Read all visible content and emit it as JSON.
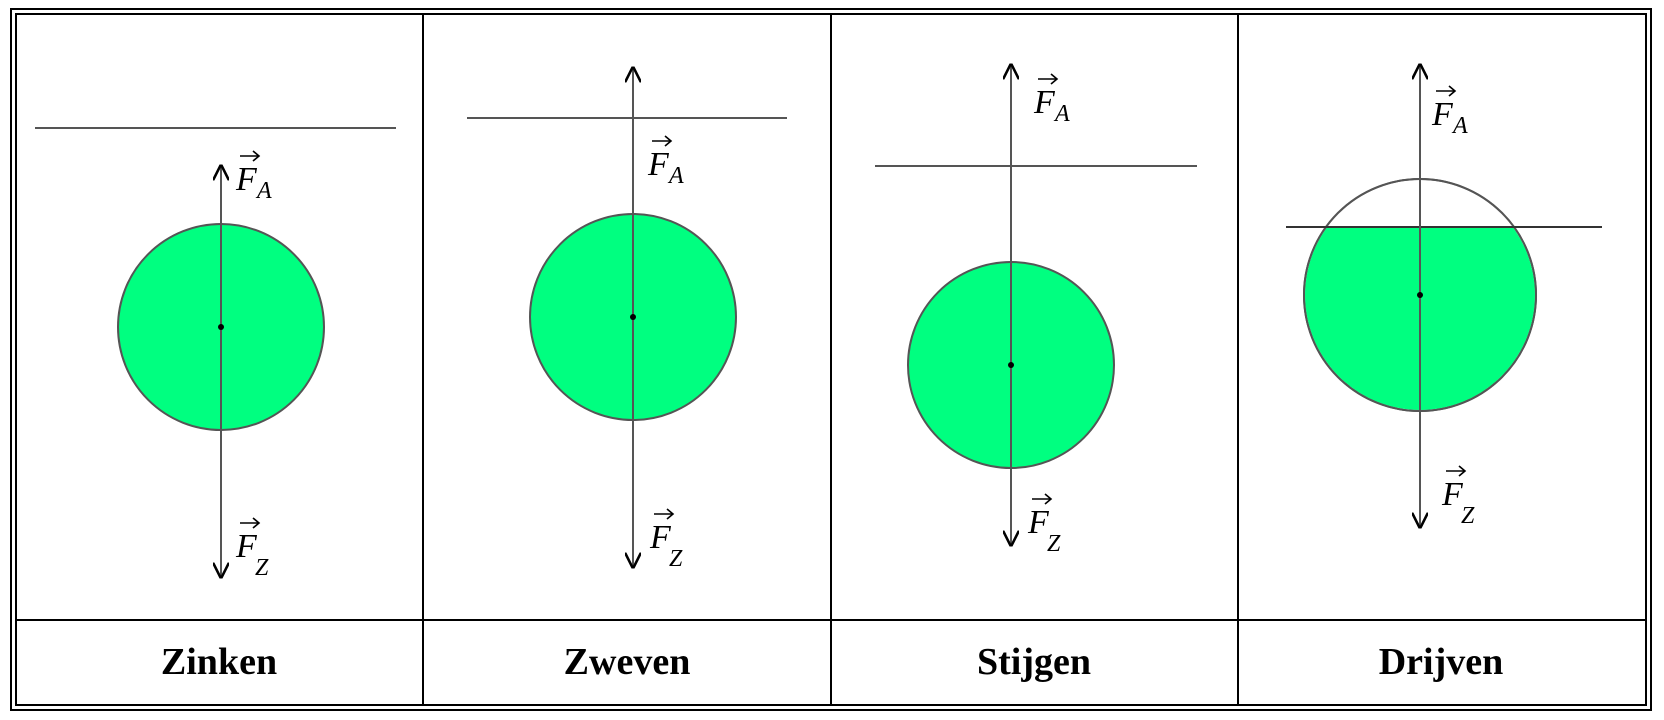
{
  "panels": [
    {
      "id": "zinken",
      "label": "Zinken",
      "force_up": {
        "symbol": "F",
        "sub": "A"
      },
      "force_down": {
        "symbol": "F",
        "sub": "Z"
      }
    },
    {
      "id": "zweven",
      "label": "Zweven",
      "force_up": {
        "symbol": "F",
        "sub": "A"
      },
      "force_down": {
        "symbol": "F",
        "sub": "Z"
      }
    },
    {
      "id": "stijgen",
      "label": "Stijgen",
      "force_up": {
        "symbol": "F",
        "sub": "A"
      },
      "force_down": {
        "symbol": "F",
        "sub": "Z"
      }
    },
    {
      "id": "drijven",
      "label": "Drijven",
      "force_up": {
        "symbol": "F",
        "sub": "A"
      },
      "force_down": {
        "symbol": "F",
        "sub": "Z"
      }
    }
  ],
  "colors": {
    "object_fill": "#00ff80",
    "line": "#555555",
    "frame": "#000000"
  }
}
